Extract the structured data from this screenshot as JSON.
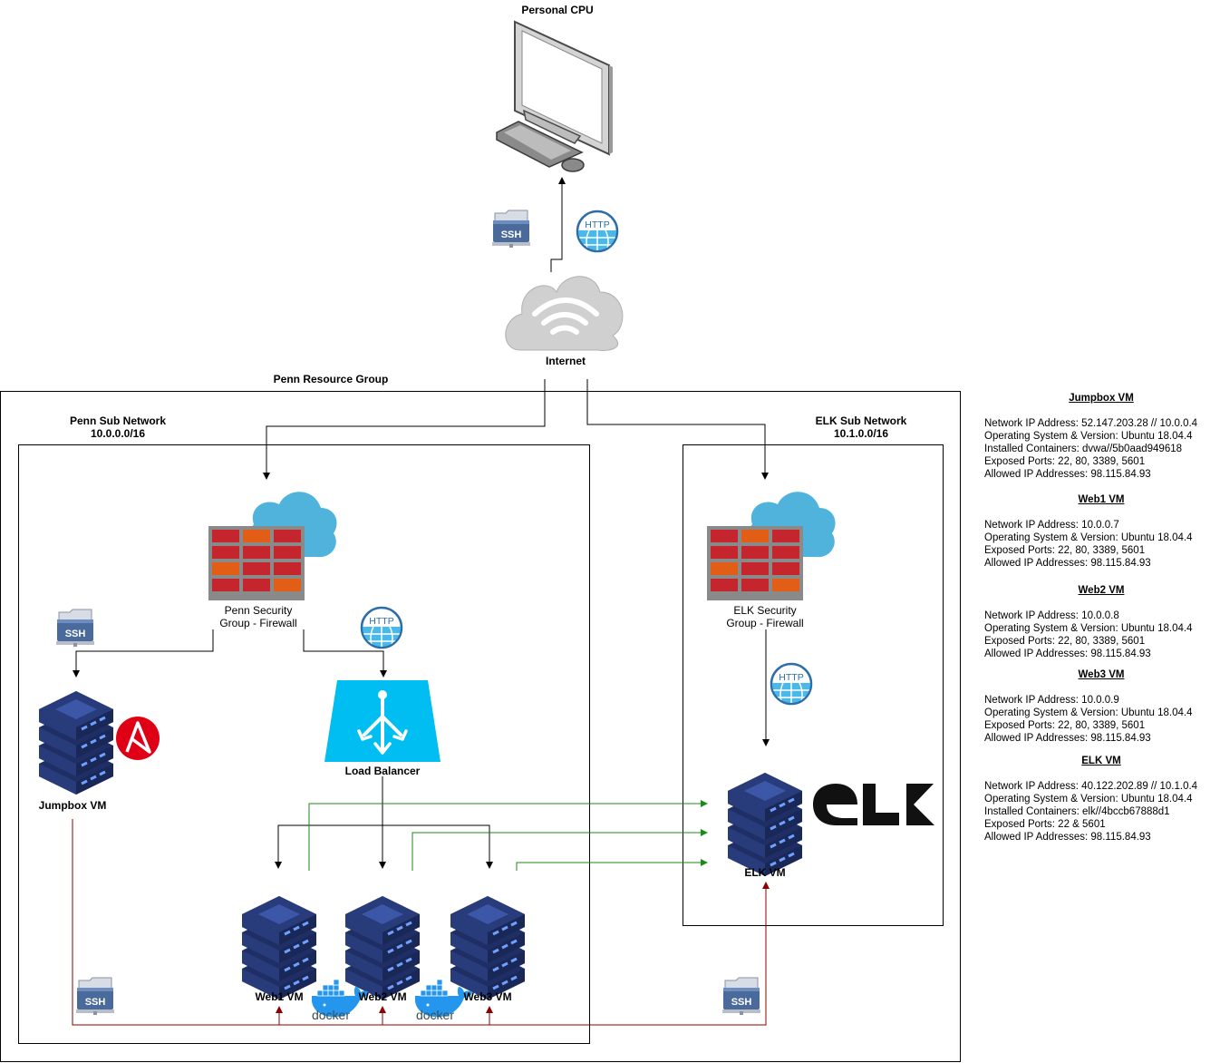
{
  "labels": {
    "personal_cpu": "Personal CPU",
    "internet": "Internet",
    "resource_group": "Penn Resource Group",
    "penn_subnet_name": "Penn Sub Network",
    "penn_subnet_cidr": "10.0.0.0/16",
    "elk_subnet_name": "ELK Sub Network",
    "elk_subnet_cidr": "10.1.0.0/16",
    "penn_firewall_1": "Penn Security",
    "penn_firewall_2": "Group - Firewall",
    "elk_firewall_1": "ELK Security",
    "elk_firewall_2": "Group - Firewall",
    "load_balancer": "Load Balancer",
    "jumpbox": "Jumpbox VM",
    "web1": "Web1 VM",
    "web2": "Web2 VM",
    "web3": "Web3 VM",
    "elk": "ELK VM",
    "ssh": "SSH",
    "http": "HTTP",
    "docker": "docker"
  },
  "colors": {
    "server": "#283b7a",
    "server_light": "#3c56a8",
    "firewall_red": "#c5252c",
    "firewall_orange": "#e25e16",
    "cloud_blue": "#4fb3dc",
    "lb_blue": "#00bef2",
    "docker_blue": "#2496ed",
    "ansible_red": "#e00016",
    "green_line": "#1a8a1a",
    "red_line": "#8b0000"
  },
  "info": {
    "jumpbox": {
      "title": "Jumpbox VM",
      "lines": [
        "Network IP Address: 52.147.203.28 // 10.0.0.4",
        "Operating System & Version: Ubuntu 18.04.4",
        "Installed Containers: dvwa//5b0aad949618",
        "Exposed Ports: 22, 80, 3389, 5601",
        "Allowed IP Addresses: 98.115.84.93"
      ]
    },
    "web1": {
      "title": "Web1 VM",
      "lines": [
        "Network IP Address: 10.0.0.7",
        "Operating System & Version: Ubuntu 18.04.4",
        "Exposed Ports: 22, 80, 3389, 5601",
        "Allowed IP Addresses: 98.115.84.93"
      ]
    },
    "web2": {
      "title": "Web2 VM",
      "lines": [
        "Network IP Address: 10.0.0.8",
        "Operating System & Version: Ubuntu 18.04.4",
        "Exposed Ports: 22, 80, 3389, 5601",
        "Allowed IP Addresses: 98.115.84.93"
      ]
    },
    "web3": {
      "title": "Web3 VM",
      "lines": [
        "Network IP Address: 10.0.0.9",
        "Operating System & Version: Ubuntu 18.04.4",
        "Exposed Ports: 22, 80, 3389, 5601",
        "Allowed IP Addresses: 98.115.84.93"
      ]
    },
    "elk": {
      "title": "ELK VM",
      "lines": [
        "Network IP Address: 40.122.202.89 // 10.1.0.4",
        " Operating System & Version: Ubuntu 18.04.4",
        "Installed Containers: elk//4bccb67888d1",
        "Exposed Ports: 22 & 5601",
        "Allowed IP Addresses: 98.115.84.93"
      ]
    }
  }
}
